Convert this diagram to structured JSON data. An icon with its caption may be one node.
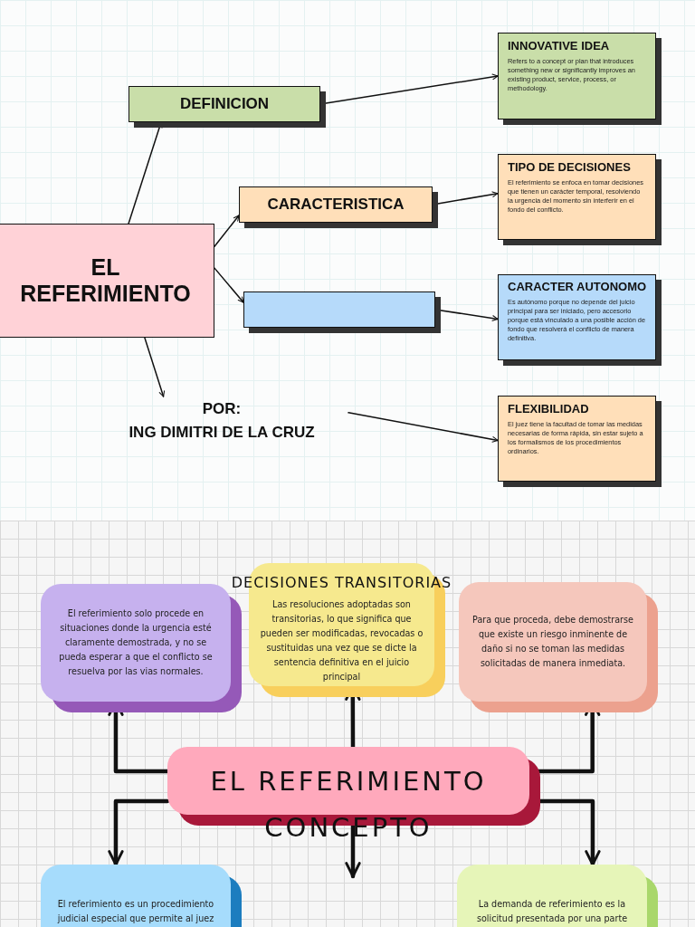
{
  "diagram": {
    "nodes": [
      {
        "text": [
          "EL REFERIMIENTO"
        ]
      },
      {
        "text": [
          "DEFINICION"
        ]
      },
      {
        "text": [
          "CARACTERISTICA"
        ]
      },
      {
        "text": [],
        "shape": "box"
      },
      {
        "text": [
          "POR:",
          "ING DIMITRI DE LA CRUZ"
        ]
      },
      {
        "text": [
          "INNOVATIVE IDEA",
          "Refers to a concept or plan that introduces something new or significantly improves an existing product, service, process, or methodology."
        ]
      },
      {
        "text": [
          "TIPO DE DECISIONES",
          "El referimiento se enfoca en tomar decisiones que tienen un carácter temporal, resolviendo la urgencia del momento sin interferir en el fondo del conflicto."
        ]
      },
      {
        "text": [
          "CARACTER AUTONOMO",
          "Es autónomo porque no depende del juicio principal para ser iniciado, pero accesorio porque está vinculado a una posible acción de fondo que resolverá el conflicto de manera definitiva."
        ]
      },
      {
        "text": [
          "FLEXIBILIDAD",
          "El juez tiene la facultad de tomar las medidas necesarias de forma rápida, sin estar sujeto a los formalismos de los procedimientos ordinarios."
        ]
      },
      {
        "text": [
          "El referimiento solo procede en situaciones donde la urgencia esté claramente demostrada, y no se pueda esperar a que el conflicto se resuelva por las vias normales."
        ]
      },
      {
        "text": [
          "DECISIONES TRANSITORIAS",
          "Las resoluciones adoptadas son transitorias, lo que significa que pueden ser modificadas, revocadas o sustituidas una vez que se dicte la sentencia definitiva en el juicio principal"
        ]
      },
      {
        "text": [
          "Para que proceda, debe demostrarse que existe un riesgo inminente de daño si no se toman las medidas solicitadas de manera inmediata."
        ]
      },
      {
        "text": [
          "EL REFERIMIENTO",
          "CONCEPTO"
        ]
      },
      {
        "text": [
          "El referimiento es un procedimiento judicial especial que permite al juez"
        ]
      },
      {
        "text": [
          "La demanda de referimiento es la solicitud presentada por una parte"
        ]
      }
    ],
    "edges": [
      {
        "from": 0,
        "to": 1,
        "arrow": "to"
      },
      {
        "from": 0,
        "to": 2,
        "arrow": "to"
      },
      {
        "from": 0,
        "to": 3,
        "arrow": "to"
      },
      {
        "from": 0,
        "to": 4,
        "arrow": "to"
      },
      {
        "from": 1,
        "to": 5,
        "arrow": "to"
      },
      {
        "from": 2,
        "to": 6,
        "arrow": "to"
      },
      {
        "from": 3,
        "to": 7,
        "arrow": "to"
      },
      {
        "from": 4,
        "to": 8,
        "arrow": "to"
      },
      {
        "from": 12,
        "to": 10,
        "arrow": "to",
        "style": "thick"
      },
      {
        "from": 12,
        "to": 9,
        "arrow": "to",
        "style": "thick"
      },
      {
        "from": 12,
        "to": 13,
        "arrow": "to",
        "style": "thick"
      },
      {
        "from": 12,
        "to": 11,
        "arrow": "to",
        "style": "thick"
      },
      {
        "from": 12,
        "to": 14,
        "arrow": "to",
        "style": "thick"
      },
      {
        "from": 12,
        "to": null,
        "arrow": "to",
        "style": "thick"
      }
    ]
  }
}
